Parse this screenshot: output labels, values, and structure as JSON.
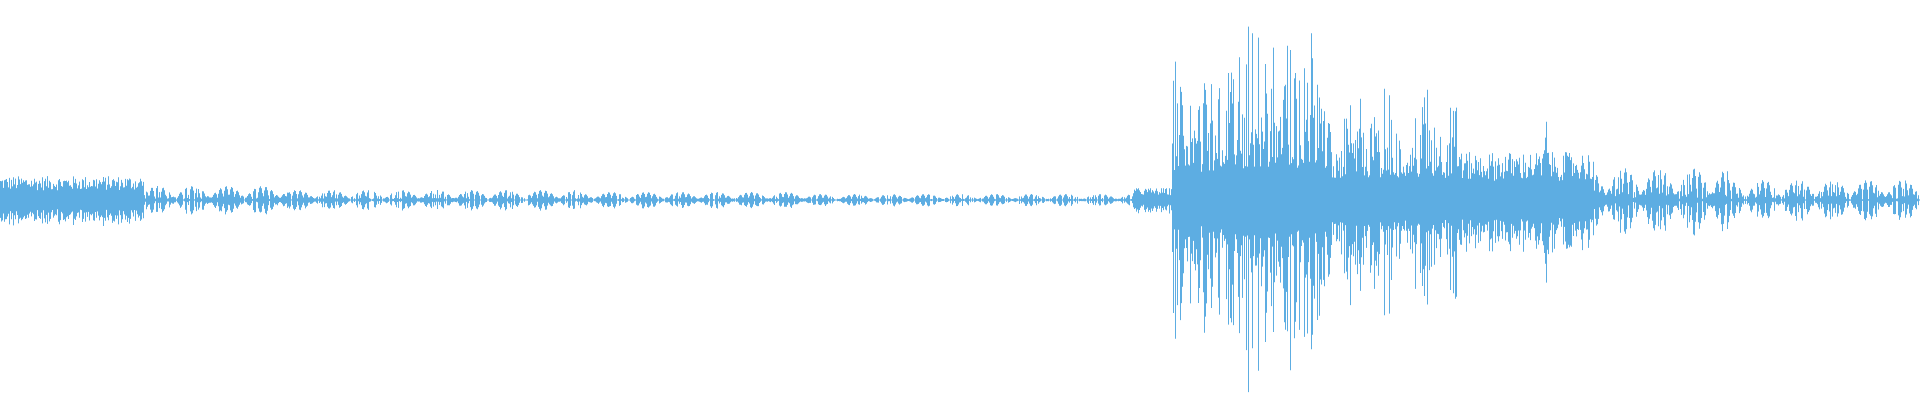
{
  "waveform": {
    "color": "#5dade2",
    "shape": "audio-waveform",
    "segments": [
      {
        "start": 0.0,
        "end": 0.08,
        "amp": 0.06,
        "style": "noisy"
      },
      {
        "start": 0.075,
        "end": 0.15,
        "amp": 0.035,
        "style": "bursts"
      },
      {
        "start": 0.15,
        "end": 0.3,
        "amp": 0.025,
        "style": "bursts"
      },
      {
        "start": 0.3,
        "end": 0.42,
        "amp": 0.02,
        "style": "bursts"
      },
      {
        "start": 0.42,
        "end": 0.59,
        "amp": 0.015,
        "style": "bursts"
      },
      {
        "start": 0.59,
        "end": 0.61,
        "amp": 0.03,
        "style": "noisy"
      },
      {
        "start": 0.61,
        "end": 0.65,
        "amp": 0.28,
        "style": "loud"
      },
      {
        "start": 0.65,
        "end": 0.69,
        "amp": 0.32,
        "style": "loud"
      },
      {
        "start": 0.69,
        "end": 0.76,
        "amp": 0.22,
        "style": "loud"
      },
      {
        "start": 0.76,
        "end": 0.83,
        "amp": 0.12,
        "style": "noisy"
      },
      {
        "start": 0.83,
        "end": 0.9,
        "amp": 0.08,
        "style": "bursts"
      },
      {
        "start": 0.9,
        "end": 1.0,
        "amp": 0.05,
        "style": "bursts"
      }
    ],
    "peaks": [
      {
        "pos": 0.641,
        "amp": 0.38
      },
      {
        "pos": 0.669,
        "amp": 0.4
      },
      {
        "pos": 0.692,
        "amp": 0.26
      },
      {
        "pos": 0.708,
        "amp": 0.24
      },
      {
        "pos": 0.805,
        "amp": 0.22
      }
    ]
  }
}
